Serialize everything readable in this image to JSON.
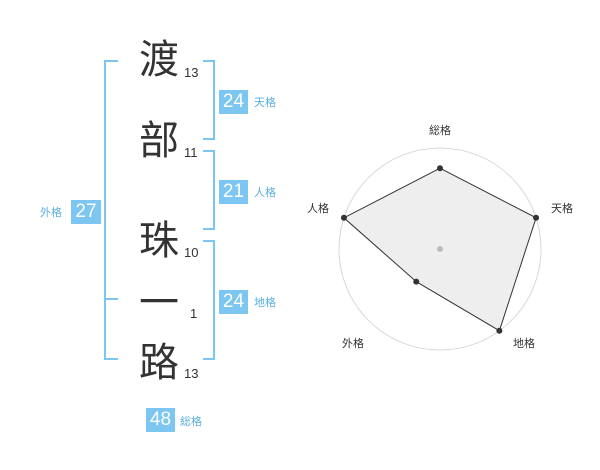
{
  "name": {
    "characters": [
      {
        "char": "渡",
        "strokes": "13"
      },
      {
        "char": "部",
        "strokes": "11"
      },
      {
        "char": "珠",
        "strokes": "10"
      },
      {
        "char": "一",
        "strokes": "1"
      },
      {
        "char": "路",
        "strokes": "13"
      }
    ]
  },
  "fortunes": {
    "tenkaku": {
      "value": "24",
      "label": "天格"
    },
    "jinkaku": {
      "value": "21",
      "label": "人格"
    },
    "chikaku": {
      "value": "24",
      "label": "地格"
    },
    "gaikaku": {
      "value": "27",
      "label": "外格"
    },
    "soukaku": {
      "value": "48",
      "label": "総格"
    }
  },
  "colors": {
    "accent": "#7cc6f1",
    "accent_text": "#5aaee0",
    "text": "#333333"
  },
  "chart_data": {
    "type": "radar",
    "axes": [
      "総格",
      "天格",
      "地格",
      "外格",
      "人格"
    ],
    "values": [
      4,
      5,
      5,
      2,
      5
    ],
    "range": [
      0,
      5
    ],
    "grid": true
  }
}
